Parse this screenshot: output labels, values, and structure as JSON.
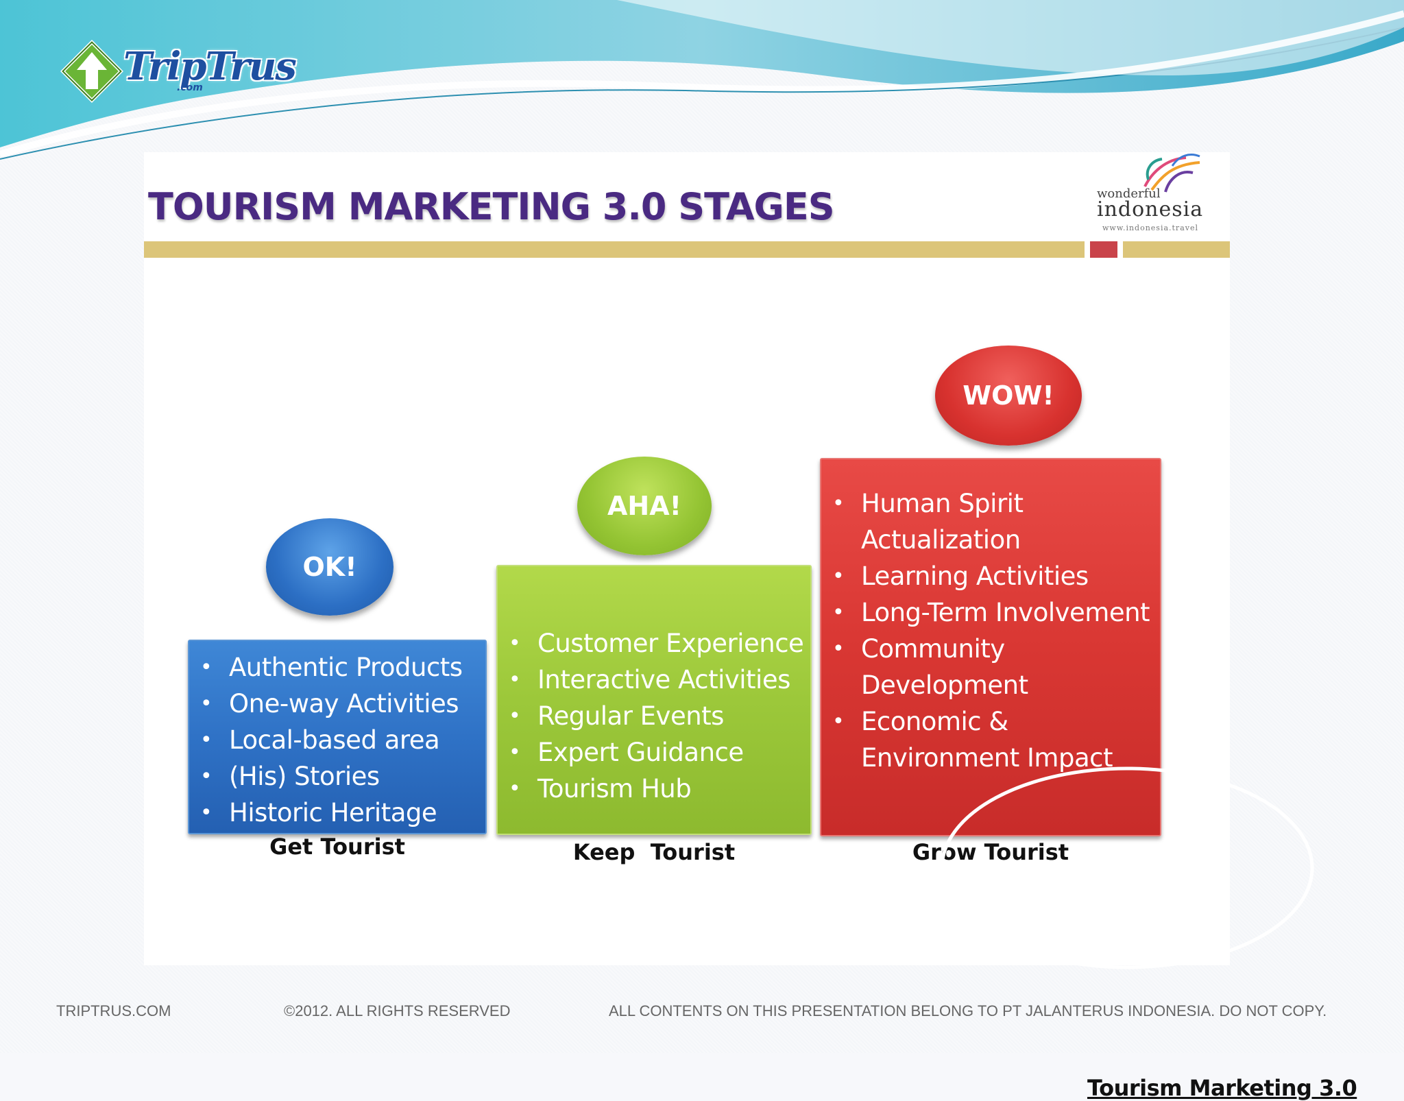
{
  "brand": {
    "logo_text": "TripTrus",
    "logo_suffix": ".com"
  },
  "slide": {
    "title": "TOURISM MARKETING 3.0 STAGES",
    "partner_logo": {
      "line1": "wonderful",
      "line2": "indonesia",
      "url": "www.indonesia.travel"
    },
    "stages": [
      {
        "badge": "OK!",
        "label": "Get Tourist",
        "color": "#2f72c6",
        "items": [
          "Authentic Products",
          "One-way Activities",
          "Local-based area",
          "(His) Stories",
          "Historic Heritage"
        ]
      },
      {
        "badge": "AHA!",
        "label": "Keep  Tourist",
        "color": "#9cc83a",
        "items": [
          "Customer Experience",
          "Interactive Activities",
          "Regular Events",
          "Expert Guidance",
          "Tourism Hub"
        ]
      },
      {
        "badge": "WOW!",
        "label": "Grow Tourist",
        "color": "#d93733",
        "items": [
          "Human Spirit",
          "Actualization",
          "Learning Activities",
          "Long-Term Involvement",
          "Community",
          "Development",
          "Economic &",
          "Environment Impact"
        ]
      }
    ],
    "source_caption": "Tourism Marketing 3.0"
  },
  "footer": {
    "site": "TRIPTRUS.COM",
    "copyright": "©2012. ALL RIGHTS RESERVED",
    "notice": "ALL CONTENTS ON THIS PRESENTATION BELONG TO PT JALANTERUS INDONESIA. DO NOT COPY."
  }
}
